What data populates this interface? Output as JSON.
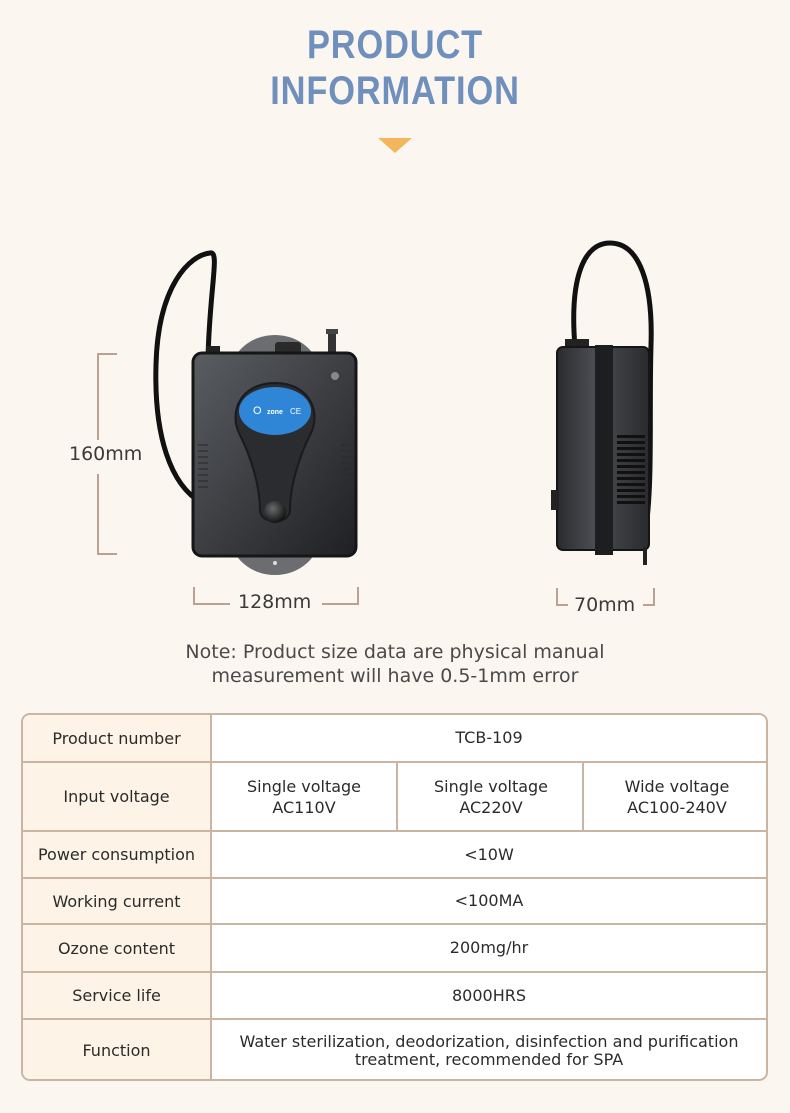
{
  "header": {
    "title_line1": "PRODUCT",
    "title_line2": "INFORMATION"
  },
  "front_view": {
    "height_label": "160mm",
    "width_label": "128mm",
    "badge_text": "zone",
    "badge_o": "O",
    "badge_ce": "CE"
  },
  "side_view": {
    "depth_label": "70mm"
  },
  "note": {
    "line1": "Note: Product size data are physical manual",
    "line2": "measurement will have 0.5-1mm error"
  },
  "specs": {
    "product_number": {
      "label": "Product number",
      "value": "TCB-109"
    },
    "input_voltage": {
      "label": "Input voltage",
      "options": [
        {
          "line1": "Single voltage",
          "line2": "AC110V"
        },
        {
          "line1": "Single voltage",
          "line2": "AC220V"
        },
        {
          "line1": "Wide voltage",
          "line2": "AC100-240V"
        }
      ]
    },
    "power_consumption": {
      "label": "Power consumption",
      "value": "<10W"
    },
    "working_current": {
      "label": "Working current",
      "value": "<100MA"
    },
    "ozone_content": {
      "label": "Ozone content",
      "value": "200mg/hr"
    },
    "service_life": {
      "label": "Service life",
      "value": "8000HRS"
    },
    "function": {
      "label": "Function",
      "value": "Water sterilization, deodorization, disinfection and purification treatment, recommended for SPA"
    }
  },
  "colors": {
    "title": "#6f8fbd",
    "caret": "#f4b65c",
    "label_bg": "#fdf3e6",
    "border": "#c9b5a2",
    "badge": "#2f86d6"
  }
}
